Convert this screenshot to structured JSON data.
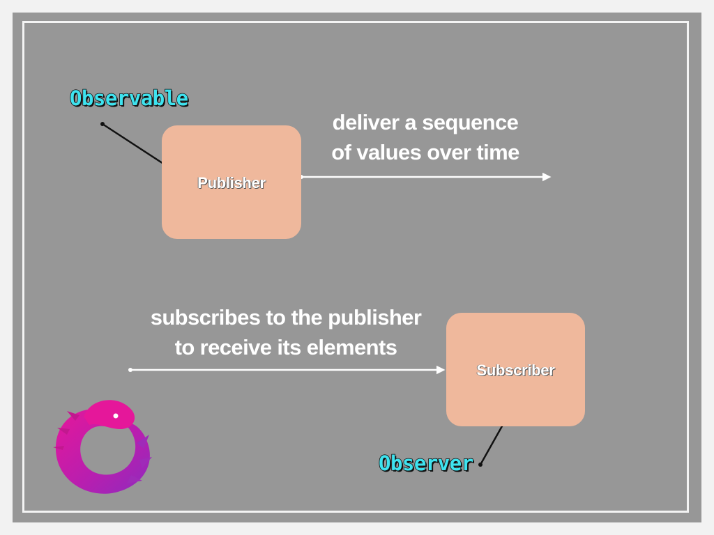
{
  "diagram": {
    "publisher": {
      "label": "Publisher"
    },
    "subscriber": {
      "label": "Subscriber"
    },
    "deliver_caption": {
      "line1": "deliver a sequence",
      "line2": "of values over time"
    },
    "subscribe_caption": {
      "line1": "subscribes to the publisher",
      "line2": "to receive its elements"
    },
    "observable_tag": "Observable",
    "observer_tag": "Observer",
    "logo_icon": "reactivex-eel-logo-icon"
  },
  "colors": {
    "background": "#979797",
    "box_fill": "#efb89c",
    "tag_text": "#3ee3ef",
    "arrow_light": "#ffffff",
    "arrow_dark": "#111111",
    "logo_pink": "#e5179a",
    "logo_purple": "#8e2bbd"
  }
}
